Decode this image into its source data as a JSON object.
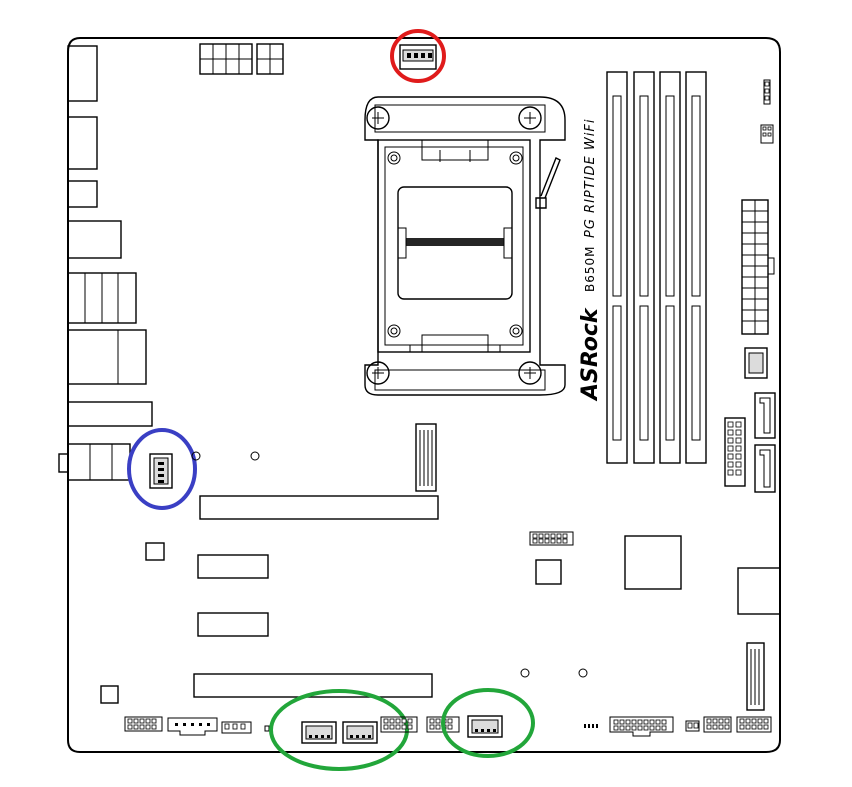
{
  "board": {
    "brand": "ASRock",
    "model": "B650M",
    "series": "PG RIPTIDE WiFi"
  },
  "highlights": [
    {
      "color": "#e01b1b",
      "target": "CPU fan header"
    },
    {
      "color": "#3a3fc4",
      "target": "Rear fan header"
    },
    {
      "color": "#22a63a",
      "target": "Bottom fan headers (left pair)"
    },
    {
      "color": "#22a63a",
      "target": "Bottom fan header (right)"
    }
  ]
}
